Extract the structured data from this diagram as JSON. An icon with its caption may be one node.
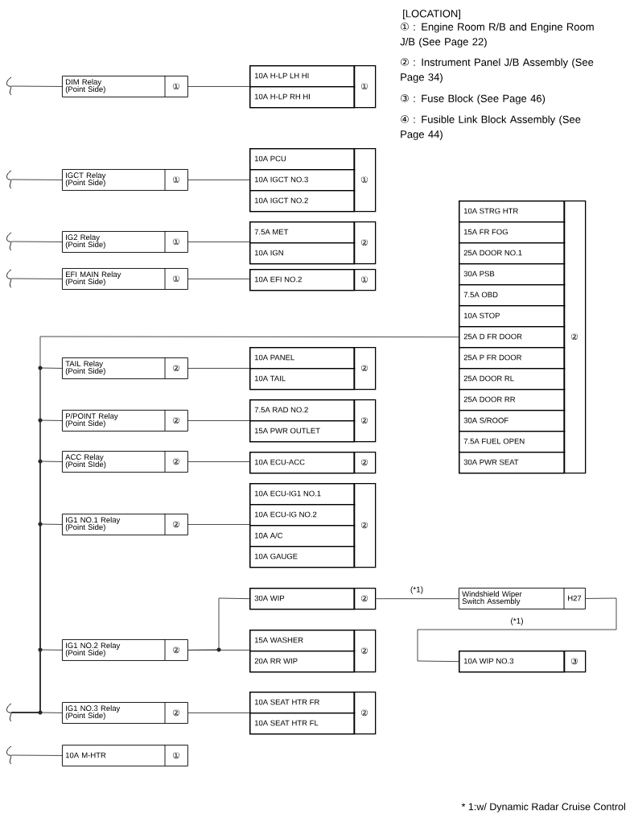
{
  "diagram": {
    "nodes": [
      {
        "text": [
          "DIM Relay (Point Side)",
          "①"
        ]
      },
      {
        "text": [
          "①"
        ]
      },
      {
        "text": [
          "10A H-LP LH HI"
        ],
        "in": 1
      },
      {
        "text": [
          "10A H-LP RH HI"
        ],
        "in": 1
      },
      {
        "text": [
          "IGCT Relay (Point Side)",
          "①"
        ]
      },
      {
        "text": [
          "①"
        ]
      },
      {
        "text": [
          "10A PCU"
        ],
        "in": 5
      },
      {
        "text": [
          "10A IGCT NO.3"
        ],
        "in": 5
      },
      {
        "text": [
          "10A IGCT NO.2"
        ],
        "in": 5
      },
      {
        "text": [
          "②"
        ]
      },
      {
        "text": [
          "10A STRG HTR"
        ],
        "in": 9
      },
      {
        "text": [
          "15A FR FOG"
        ],
        "in": 9
      },
      {
        "text": [
          "25A DOOR NO.1"
        ],
        "in": 9
      },
      {
        "text": [
          "30A PSB"
        ],
        "in": 9
      },
      {
        "text": [
          "7.5A OBD"
        ],
        "in": 9
      },
      {
        "text": [
          "10A STOP"
        ],
        "in": 9
      },
      {
        "text": [
          "25A D FR DOOR"
        ],
        "in": 9
      },
      {
        "text": [
          "25A P FR DOOR"
        ],
        "in": 9
      },
      {
        "text": [
          "25A DOOR RL"
        ],
        "in": 9
      },
      {
        "text": [
          "25A DOOR RR"
        ],
        "in": 9
      },
      {
        "text": [
          "30A S/ROOF"
        ],
        "in": 9
      },
      {
        "text": [
          "7.5A FUEL OPEN"
        ],
        "in": 9
      },
      {
        "text": [
          "30A PWR SEAT"
        ],
        "in": 9
      },
      {
        "text": [
          "IG2 Relay (Point Side)",
          "①"
        ]
      },
      {
        "text": [
          "②"
        ]
      },
      {
        "text": [
          "7.5A MET"
        ],
        "in": 24
      },
      {
        "text": [
          "10A IGN"
        ],
        "in": 24
      },
      {
        "text": [
          "EFI MAIN Relay (Point Side)",
          "①"
        ]
      },
      {
        "text": [
          "①"
        ]
      },
      {
        "text": [
          "10A EFI NO.2"
        ],
        "in": 28
      },
      {
        "text": [
          "TAIL Relay (Point Side)",
          "②"
        ]
      },
      {
        "text": [
          "②"
        ]
      },
      {
        "text": [
          "10A PANEL"
        ],
        "in": 31
      },
      {
        "text": [
          "10A TAIL"
        ],
        "in": 31
      },
      {
        "text": [
          "P/POINT Relay (Point Side)",
          "②"
        ]
      },
      {
        "text": [
          "②"
        ]
      },
      {
        "text": [
          "7.5A RAD NO.2"
        ],
        "in": 35
      },
      {
        "text": [
          "15A PWR OUTLET"
        ],
        "in": 35
      },
      {
        "text": [
          "ACC Relay (Point SIde)",
          "②"
        ]
      },
      {
        "text": [
          "②"
        ]
      },
      {
        "text": [
          "10A ECU-ACC"
        ],
        "in": 39
      },
      {
        "text": [
          "IG1 NO.1 Relay (Point Side)",
          "②"
        ]
      },
      {
        "text": [
          "②"
        ]
      },
      {
        "text": [
          "10A ECU-IG1 NO.1"
        ],
        "in": 42
      },
      {
        "text": [
          "10A ECU-IG NO.2"
        ],
        "in": 42
      },
      {
        "text": [
          "10A A/C"
        ],
        "in": 42
      },
      {
        "text": [
          "10A GAUGE"
        ],
        "in": 42
      },
      {
        "text": [
          "②"
        ]
      },
      {
        "text": [
          "30A WIP"
        ],
        "in": 47
      },
      {
        "text": [
          "Windshield Wiper Switch Assembly",
          "H27"
        ]
      },
      {
        "text": [
          "IG1 NO.2 Relay (Point Side)",
          "②"
        ]
      },
      {
        "text": [
          "②"
        ]
      },
      {
        "text": [
          "15A WASHER"
        ],
        "in": 51
      },
      {
        "text": [
          "20A RR WIP"
        ],
        "in": 51
      },
      {
        "text": [
          "③"
        ]
      },
      {
        "text": [
          "10A WIP NO.3"
        ],
        "in": 54
      },
      {
        "text": [
          "IG1 NO.3 Relay (Point Side)",
          "②"
        ]
      },
      {
        "text": [
          "②"
        ]
      },
      {
        "text": [
          "10A SEAT HTR FR"
        ],
        "in": 57
      },
      {
        "text": [
          "10A SEAT HTR FL"
        ],
        "in": 57
      },
      {
        "text": [
          "10A M-HTR",
          "①"
        ]
      }
    ],
    "edges": [
      {
        "from": null,
        "to": 0,
        "arrow": "none"
      },
      {
        "from": 0,
        "to": 1,
        "arrow": "none"
      },
      {
        "from": null,
        "to": 4,
        "arrow": "none"
      },
      {
        "from": 4,
        "to": 5,
        "arrow": "none"
      },
      {
        "from": null,
        "to": 23,
        "arrow": "none"
      },
      {
        "from": 23,
        "to": 24,
        "arrow": "none"
      },
      {
        "from": null,
        "to": 27,
        "arrow": "none"
      },
      {
        "from": 27,
        "to": 28,
        "arrow": "none"
      },
      {
        "from": null,
        "to": 16,
        "arrow": "none"
      },
      {
        "from": null,
        "to": 30,
        "arrow": "none"
      },
      {
        "from": 30,
        "to": 31,
        "arrow": "none"
      },
      {
        "from": null,
        "to": 34,
        "arrow": "none"
      },
      {
        "from": 34,
        "to": 35,
        "arrow": "none"
      },
      {
        "from": null,
        "to": 38,
        "arrow": "none"
      },
      {
        "from": 38,
        "to": 39,
        "arrow": "none"
      },
      {
        "from": null,
        "to": 41,
        "arrow": "none"
      },
      {
        "from": 41,
        "to": 42,
        "arrow": "none"
      },
      {
        "from": null,
        "to": 50,
        "arrow": "none"
      },
      {
        "from": 50,
        "to": 47,
        "arrow": "none"
      },
      {
        "from": 50,
        "to": 51,
        "arrow": "none"
      },
      {
        "from": 47,
        "to": 49,
        "arrow": "none",
        "label": "(*1)"
      },
      {
        "from": 49,
        "to": 54,
        "arrow": "none",
        "label": "(*1)"
      },
      {
        "from": null,
        "to": 56,
        "arrow": "none"
      },
      {
        "from": 56,
        "to": 57,
        "arrow": "none"
      },
      {
        "from": null,
        "to": 60,
        "arrow": "none"
      }
    ],
    "labels": [
      "[LOCATION]",
      "① : Engine Room R/B and Engine Room J/B (See Page 22)",
      "② : Instrument Panel J/B Assembly (See Page 34)",
      "③ : Fuse Block (See Page 46)",
      "④ : Fusible Link Block Assembly (See Page 44)",
      "* 1:w/ Dynamic Radar Cruise Control"
    ]
  }
}
